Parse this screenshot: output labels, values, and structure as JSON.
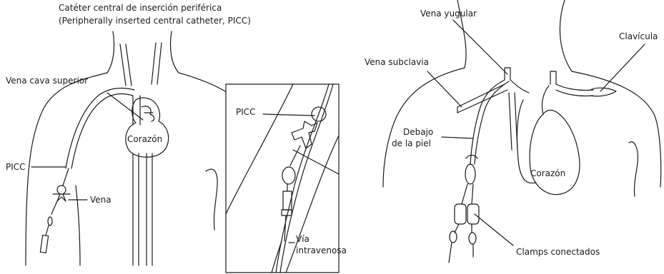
{
  "labels": {
    "picc_title_line1": "Catéter central de inserción periférica",
    "picc_title_line2": "(Peripherally inserted central catheter, PICC)",
    "vena_cava_superior": "Vena cava superior",
    "corazon_left": "Corazón",
    "picc_left": "PICC",
    "vena": "Vena",
    "picc_inset": "PICC",
    "via_line1": "Vía",
    "via_line2": "intravenosa",
    "vena_yugular": "Vena yugular",
    "clavicula": "Clavícula",
    "vena_subclavia": "Vena subclavia",
    "debajo_line1": "Debajo",
    "debajo_line2": "de la piel",
    "corazon_right": "Corazón",
    "clamps": "Clamps conectados"
  }
}
